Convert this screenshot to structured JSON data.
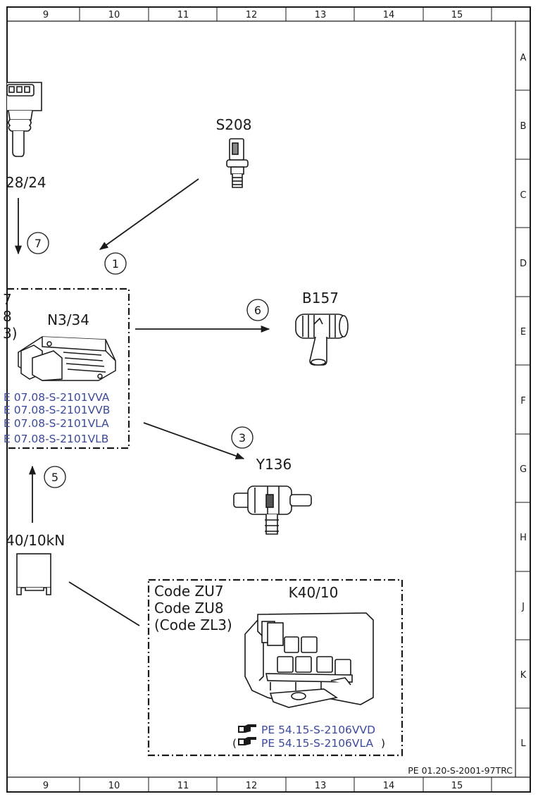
{
  "grid": {
    "columns": [
      "9",
      "10",
      "11",
      "12",
      "13",
      "14",
      "15"
    ],
    "rows": [
      "A",
      "B",
      "C",
      "D",
      "E",
      "F",
      "G",
      "H",
      "J",
      "K",
      "L"
    ]
  },
  "labels": {
    "top_left_part": "28/24",
    "s208": "S208",
    "n3_34": "N3/34",
    "n3_34_codes": [
      "7",
      "8",
      "3)"
    ],
    "b157": "B157",
    "y136": "Y136",
    "k40_10kn": "40/10kN",
    "k40_10": "K40/10",
    "k40_codes": [
      "Code ZU7",
      "Code ZU8",
      "(Code ZL3)"
    ]
  },
  "callouts": [
    "1",
    "3",
    "5",
    "6",
    "7"
  ],
  "refs_n3": [
    "E 07.08-S-2101VVA",
    "E 07.08-S-2101VVB",
    "E 07.08-S-2101VLA",
    "E 07.08-S-2101VLB"
  ],
  "refs_k40": [
    "PE 54.15-S-2106VVD",
    "PE 54.15-S-2106VLA"
  ],
  "doc_number": "PE 01.20-S-2001-97TRC"
}
